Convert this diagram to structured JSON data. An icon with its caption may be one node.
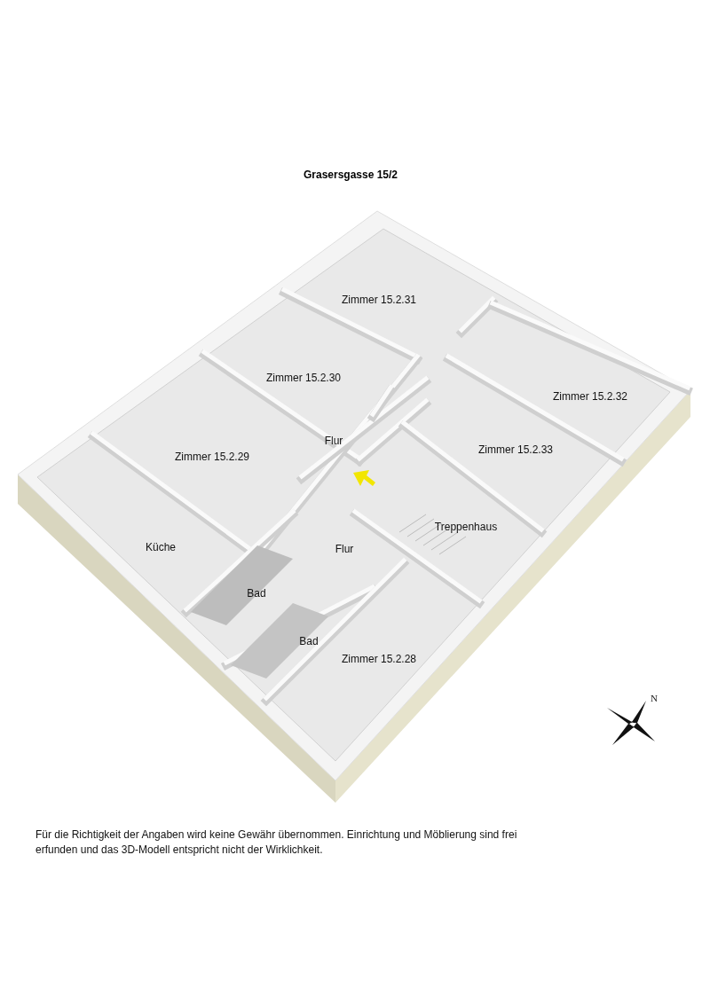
{
  "diagram": {
    "title": "Grasersgasse 15/2",
    "caption": "Für die Richtigkeit der Angaben wird keine Gewähr übernommen. Einrichtung und Möblierung sind frei erfunden und das 3D-Modell entspricht nicht der Wirklichkeit.",
    "labels": [
      "Zimmer 15.2.31",
      "Zimmer 15.2.30",
      "Zimmer 15.2.32",
      "Zimmer 15.2.29",
      "Flur",
      "Zimmer 15.2.33",
      "Treppenhaus",
      "Küche",
      "Flur",
      "Bad",
      "Bad",
      "Zimmer 15.2.28",
      "N"
    ]
  }
}
